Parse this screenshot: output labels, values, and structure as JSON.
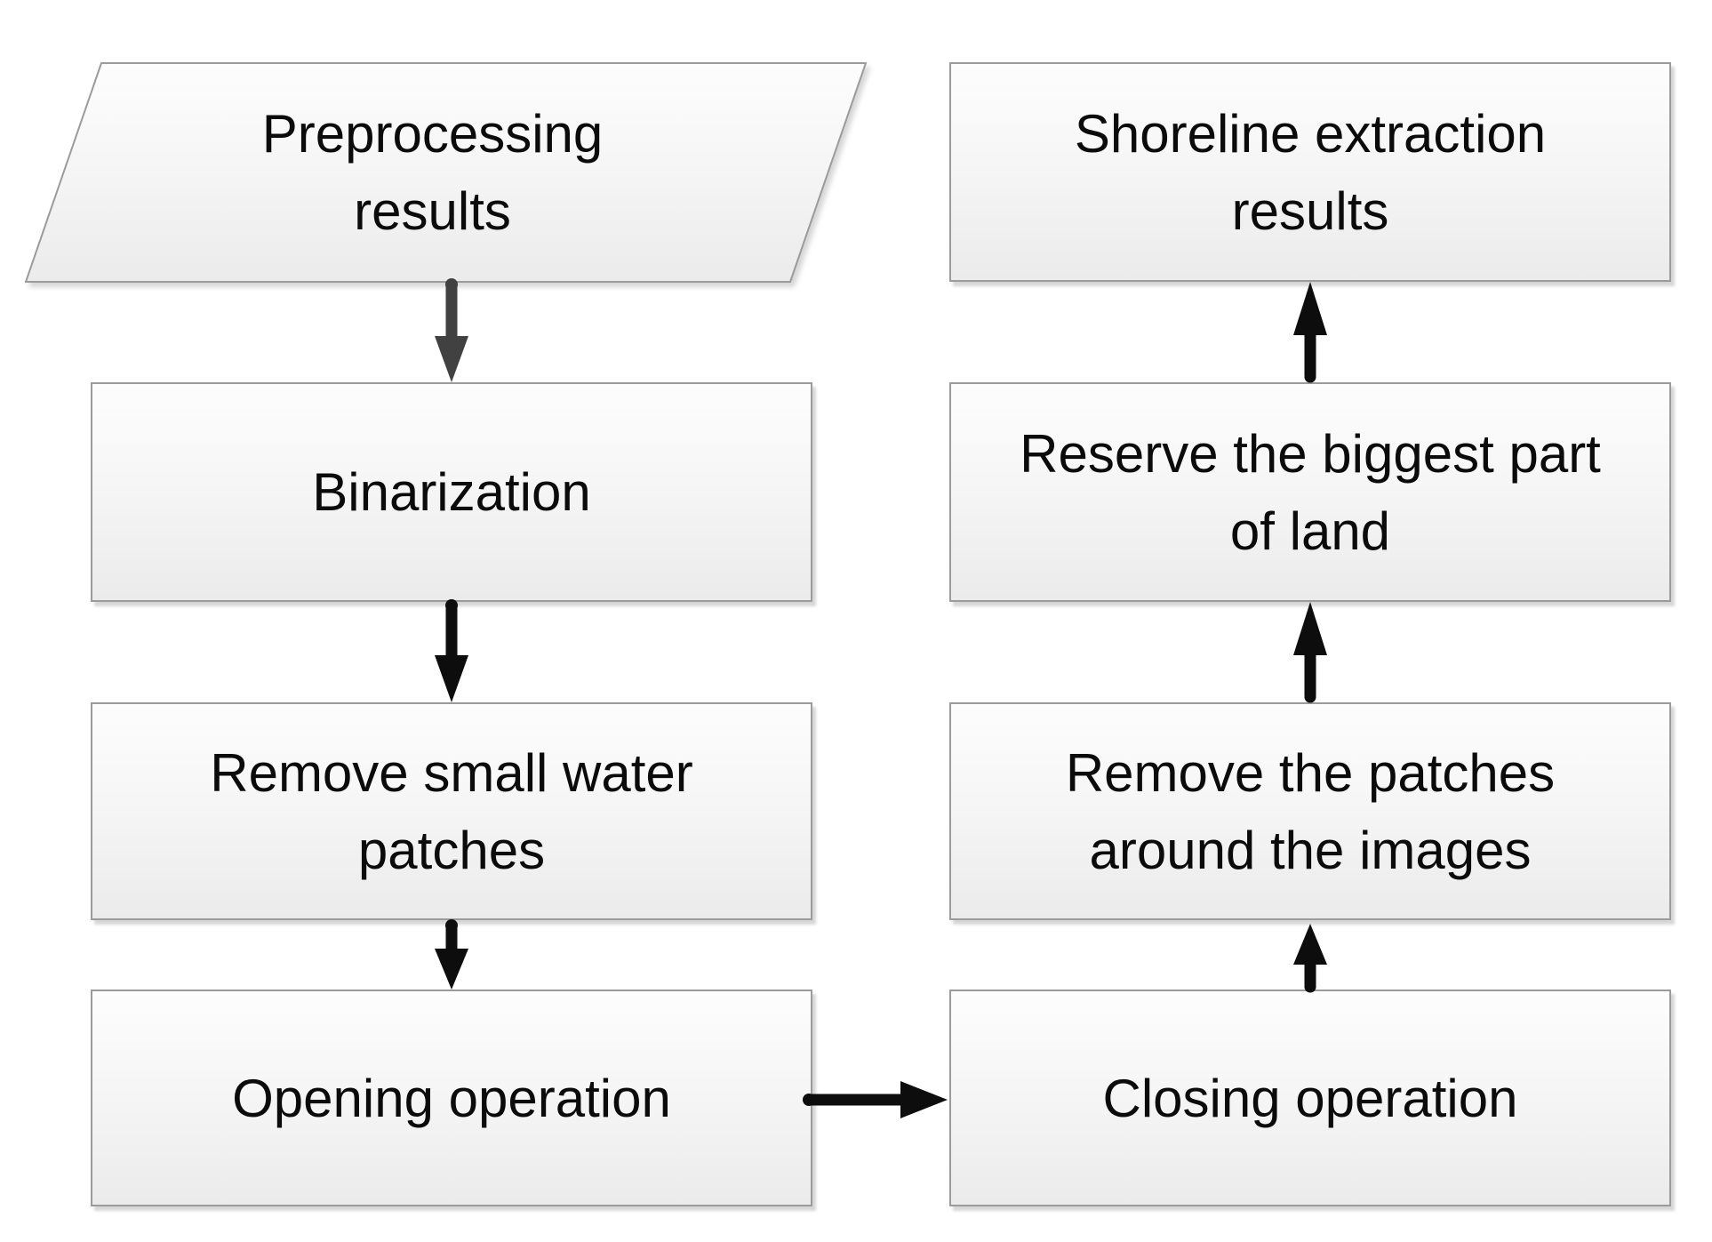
{
  "diagram": {
    "background": "#ffffff",
    "colors": {
      "arrow_primary": "#0d0d0d",
      "arrow_muted": "#414141",
      "box_border": "#9b9b9b",
      "box_fill_top": "#fdfdfd",
      "box_fill_bottom": "#ebebeb",
      "text": "#0b0b0b"
    },
    "nodes": {
      "preprocessing": {
        "shape": "parallelogram",
        "label": "Preprocessing\nresults"
      },
      "binarization": {
        "shape": "rectangle",
        "label": "Binarization"
      },
      "remove_small_water": {
        "shape": "rectangle",
        "label": "Remove small water\npatches"
      },
      "opening": {
        "shape": "rectangle",
        "label": "Opening operation"
      },
      "closing": {
        "shape": "rectangle",
        "label": "Closing operation"
      },
      "remove_patches_around": {
        "shape": "rectangle",
        "label": "Remove the patches\naround the images"
      },
      "reserve_biggest": {
        "shape": "rectangle",
        "label": "Reserve the biggest part\nof land"
      },
      "shoreline": {
        "shape": "rectangle",
        "label": "Shoreline extraction\nresults"
      }
    },
    "edges": [
      {
        "from": "preprocessing",
        "to": "binarization",
        "direction": "down",
        "color": "#414141"
      },
      {
        "from": "binarization",
        "to": "remove_small_water",
        "direction": "down",
        "color": "#0d0d0d"
      },
      {
        "from": "remove_small_water",
        "to": "opening",
        "direction": "down",
        "color": "#0d0d0d"
      },
      {
        "from": "opening",
        "to": "closing",
        "direction": "right",
        "color": "#0d0d0d"
      },
      {
        "from": "closing",
        "to": "remove_patches_around",
        "direction": "up",
        "color": "#0d0d0d"
      },
      {
        "from": "remove_patches_around",
        "to": "reserve_biggest",
        "direction": "up",
        "color": "#0d0d0d"
      },
      {
        "from": "reserve_biggest",
        "to": "shoreline",
        "direction": "up",
        "color": "#0d0d0d"
      }
    ]
  }
}
